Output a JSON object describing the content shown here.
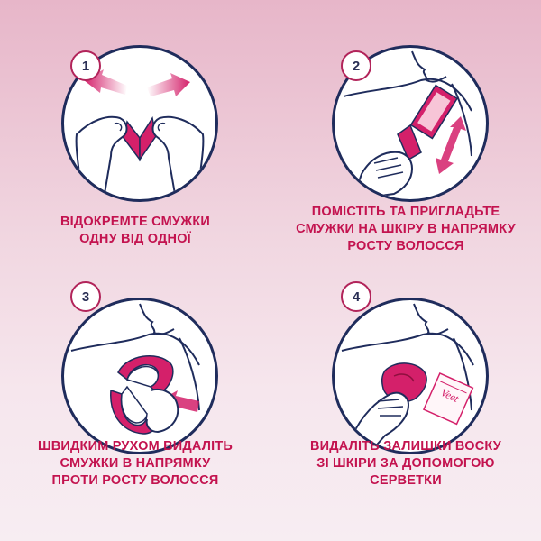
{
  "steps": [
    {
      "number": "1",
      "caption_lines": [
        "ВІДОКРЕМТЕ СМУЖКИ",
        "ОДНУ ВІД ОДНОЇ"
      ]
    },
    {
      "number": "2",
      "caption_lines": [
        "ПОМІСТІТЬ ТА ПРИГЛАДЬТЕ",
        "СМУЖКИ НА ШКІРУ В НАПРЯМКУ",
        "РОСТУ ВОЛОССЯ"
      ]
    },
    {
      "number": "3",
      "caption_lines": [
        "ШВИДКИМ РУХОМ ВИДАЛІТЬ",
        "СМУЖКИ В НАПРЯМКУ",
        "ПРОТИ РОСТУ ВОЛОССЯ"
      ]
    },
    {
      "number": "4",
      "caption_lines": [
        "ВИДАЛІТЬ ЗАЛИШКИ ВОСКУ",
        "ЗІ ШКІРИ ЗА ДОПОМОГОЮ",
        "СЕРВЕТКИ"
      ]
    }
  ],
  "wipe_logo_text": "Veet",
  "colors": {
    "accent": "#c3134f",
    "badge_border": "#b2245a",
    "outline": "#1f2c5c",
    "strip_pink": "#d4206a"
  },
  "icons": [
    "arrow-icon",
    "hand-icon",
    "wax-strip-icon",
    "wipe-icon"
  ]
}
